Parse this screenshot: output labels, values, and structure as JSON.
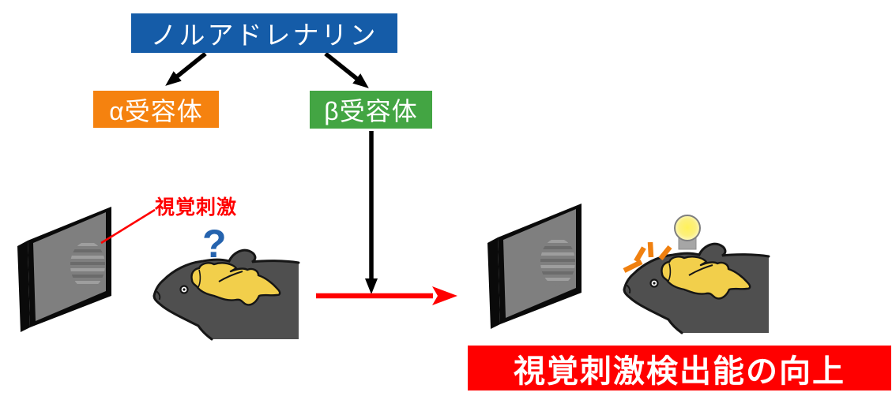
{
  "page": {
    "background": "#FFFFFF",
    "type": "scientific-diagram"
  },
  "nodes": {
    "noradrenaline": {
      "label": "ノルアドレナリン",
      "bg": "#155CA8",
      "text_color": "#FFFFFF"
    },
    "alpha_receptor": {
      "label": "α受容体",
      "bg": "#F5820F",
      "text_color": "#FFFFFF"
    },
    "beta_receptor": {
      "label": "β受容体",
      "bg": "#43A543",
      "text_color": "#FFFFFF"
    }
  },
  "left_scene": {
    "stimulus_label": "視覚刺激",
    "stimulus_label_color": "#FF0000",
    "question_mark": "?",
    "question_mark_color": "#2563AE",
    "monitor_icon": "monitor-with-grating-stimulus",
    "mouse_icon": "mouse-head-with-yellow-brain"
  },
  "right_scene": {
    "outcome_label": "視覚刺激検出能の向上",
    "outcome_bg": "#FF0000",
    "outcome_text_color": "#FFFFFF",
    "monitor_icon": "monitor-with-grating-stimulus",
    "mouse_icon": "mouse-head-with-yellow-brain",
    "bulb_icon": "light-bulb",
    "sparks_icon": "orange-sparks"
  },
  "connectors": {
    "noradrenaline_to_alpha": "black-arrow-diagonal-left",
    "noradrenaline_to_beta": "black-arrow-diagonal-right",
    "beta_down_arrow": "black-arrow-vertical",
    "transition_arrow": "red-arrow-right",
    "black": "#000000",
    "red": "#FF0000"
  },
  "colors": {
    "mouse_body": "#4F4F4F",
    "mouse_outline": "#161616",
    "brain_yellow": "#F2CF4B",
    "screen_gray": "#7F7F7F",
    "monitor_frame": "#0A0A0A",
    "grating_light": "#9E9E9E",
    "grating_dark": "#6B6B6B",
    "spark_orange": "#F0800F",
    "bulb_core": "#FFF159",
    "bulb_rim": "#FBFBDE",
    "bulb_base_gray": "#A6A6A6"
  }
}
